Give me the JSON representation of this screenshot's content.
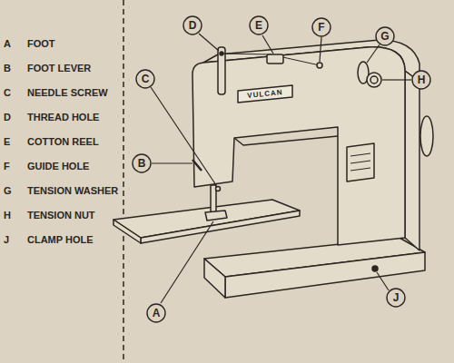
{
  "diagram": {
    "nodes": [
      {
        "text": [
          "D"
        ]
      },
      {
        "text": [
          "E"
        ]
      },
      {
        "text": [
          "F"
        ]
      },
      {
        "text": [
          "G"
        ]
      },
      {
        "text": [
          "C"
        ]
      },
      {
        "text": [
          "H"
        ]
      },
      {
        "text": [
          "B"
        ]
      },
      {
        "text": [
          "A"
        ]
      },
      {
        "text": [
          "J"
        ]
      }
    ],
    "labels": [
      "A",
      "FOOT",
      "B",
      "FOOT LEVER",
      "C",
      "NEEDLE SCREW",
      "D",
      "THREAD HOLE",
      "E",
      "COTTON REEL",
      "F",
      "GUIDE HOLE",
      "G",
      "TENSION WASHER",
      "H",
      "TENSION NUT",
      "J",
      "CLAMP HOLE",
      "VULCAN"
    ]
  }
}
